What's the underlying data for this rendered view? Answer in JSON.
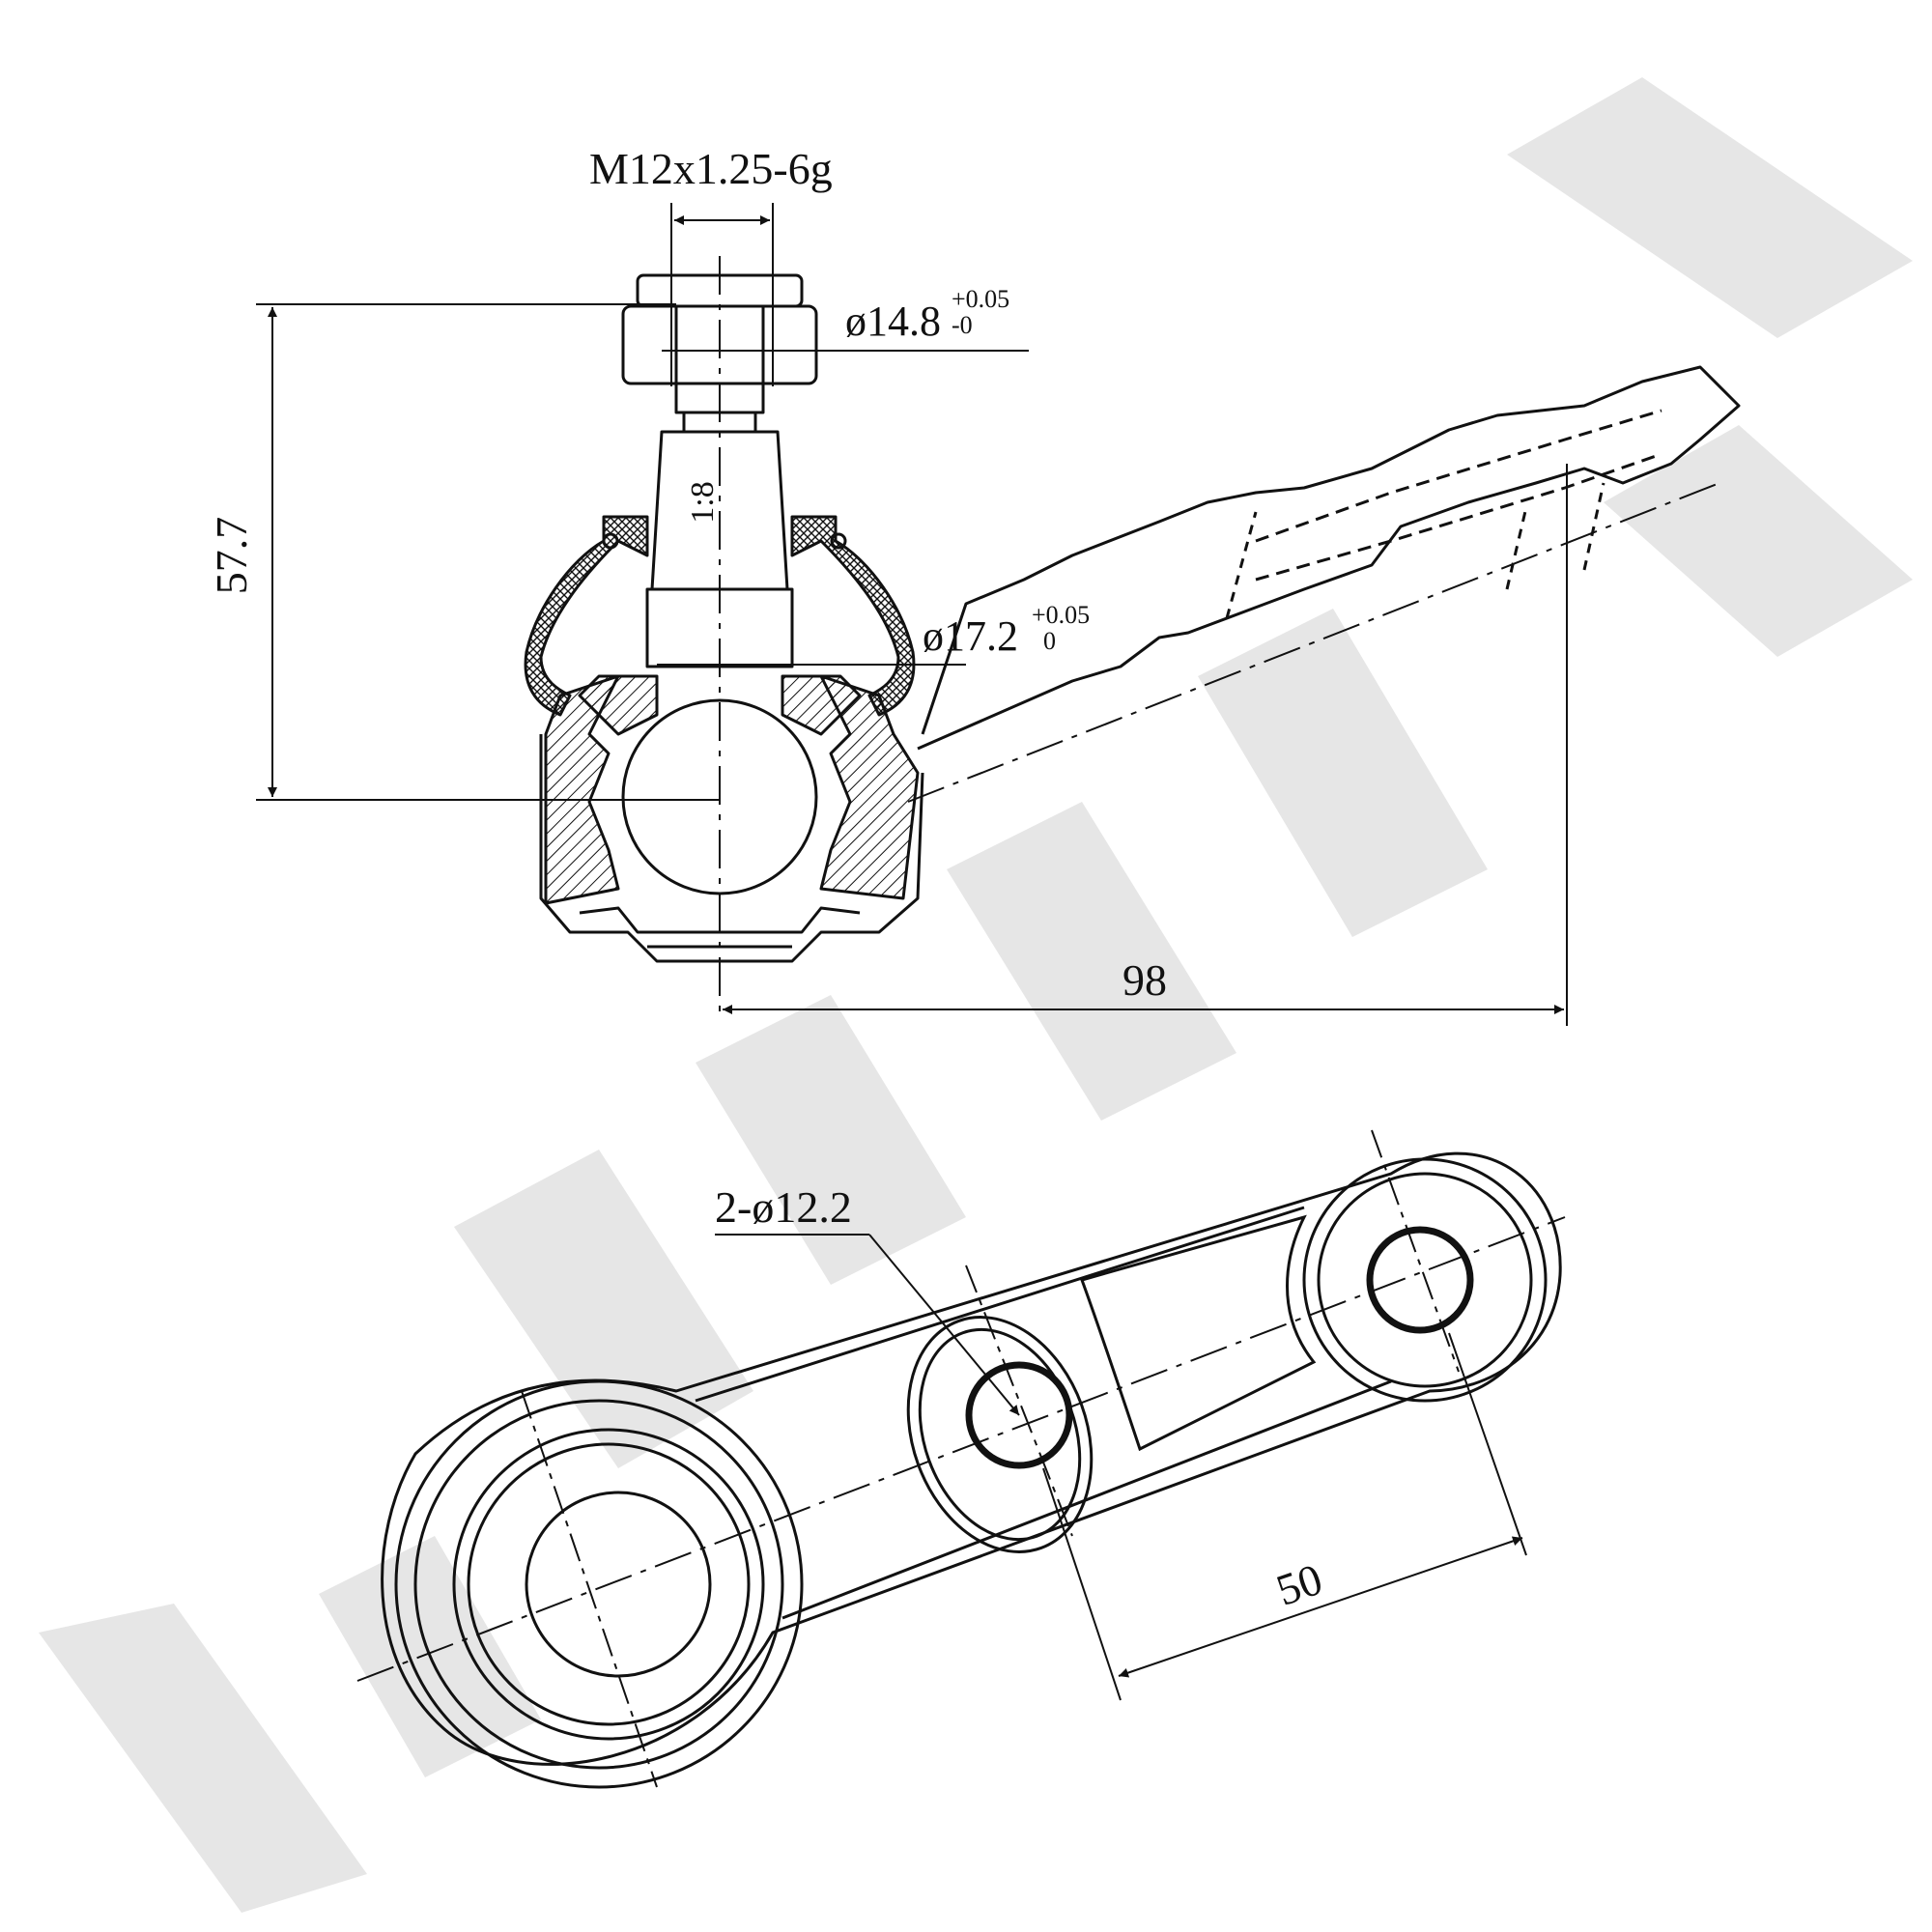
{
  "watermark": {
    "text": "YENNEK",
    "color": "#e6e6e6"
  },
  "colors": {
    "line": "#111111",
    "background": "#ffffff"
  },
  "dimensions": {
    "thread": "M12x1.25-6g",
    "dia_small_base": "ø14.8",
    "dia_small_tol_upper": "+0.05",
    "dia_small_tol_lower": "-0",
    "taper": "1:8",
    "height": "57.7",
    "dia_large_base": "ø17.2",
    "dia_large_tol_upper": "+0.05",
    "dia_large_tol_lower": "0",
    "length": "98",
    "holes": "2-ø12.2",
    "hole_spacing": "50"
  }
}
